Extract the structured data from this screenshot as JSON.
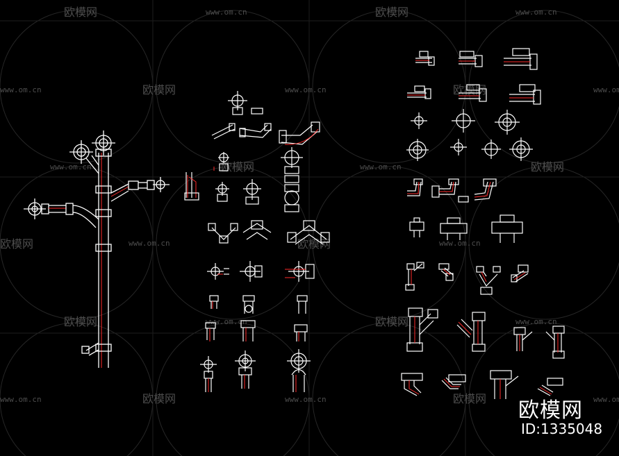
{
  "watermark": {
    "site_name": "欧模网",
    "site_url": "www.om.cn"
  },
  "logo": {
    "title": "欧模网",
    "id_label": "ID:1335048"
  },
  "colors": {
    "background": "#000000",
    "pipe": "#ffffff",
    "accent": "#ff2a2a",
    "watermark": "#4d4d4d",
    "grid": "#2a2a2a"
  }
}
